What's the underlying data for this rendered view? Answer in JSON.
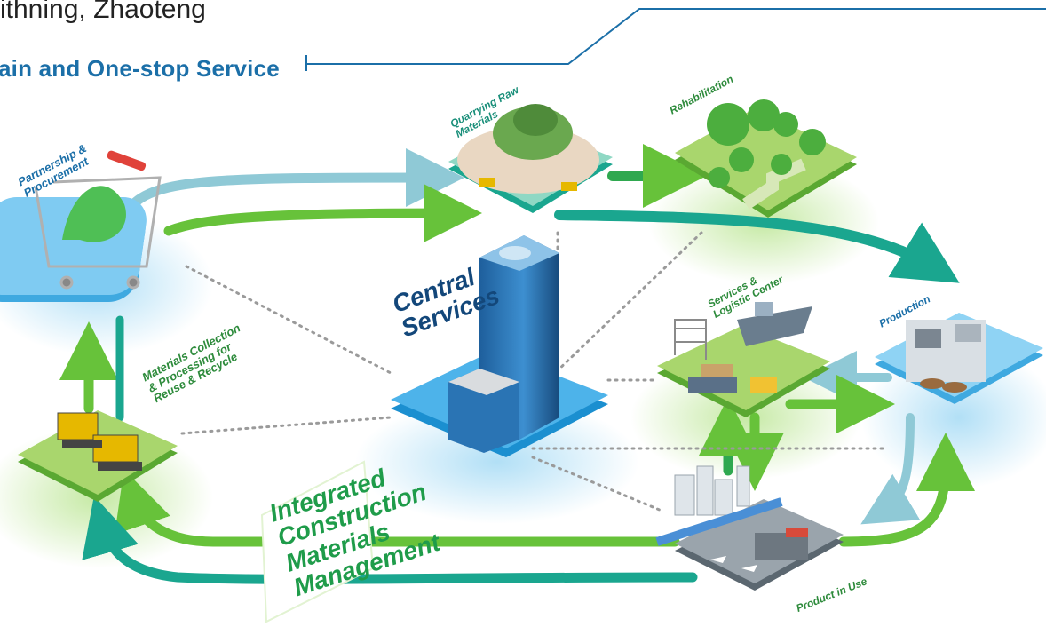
{
  "header": {
    "top_text": "ithning, Zhaoteng",
    "subtitle": "ain and One-stop Service"
  },
  "center": {
    "label": "Central\nServices"
  },
  "banner": {
    "label": "Integrated\nConstruction\nMaterials\nManagement"
  },
  "nodes": {
    "partnership": {
      "label": "Partnership &\nProcurement"
    },
    "quarrying": {
      "label": "Quarrying Raw\nMaterials"
    },
    "rehabilitation": {
      "label": "Rehabilitation"
    },
    "services_logistic": {
      "label": "Services &\nLogistic Center"
    },
    "production": {
      "label": "Production"
    },
    "product_in_use": {
      "label": "Product in Use"
    },
    "materials_collection": {
      "label": "Materials Collection\n& Processing for\nReuse & Recycle"
    }
  },
  "colors": {
    "flow_green": "#67c23a",
    "flow_teal": "#1aa68f",
    "flow_lightblue": "#8fc9d6",
    "platform_blue": "#4db3ea",
    "platform_green": "#8cc63f",
    "heading_blue": "#1b6fa8",
    "label_green": "#2e8b3c"
  }
}
